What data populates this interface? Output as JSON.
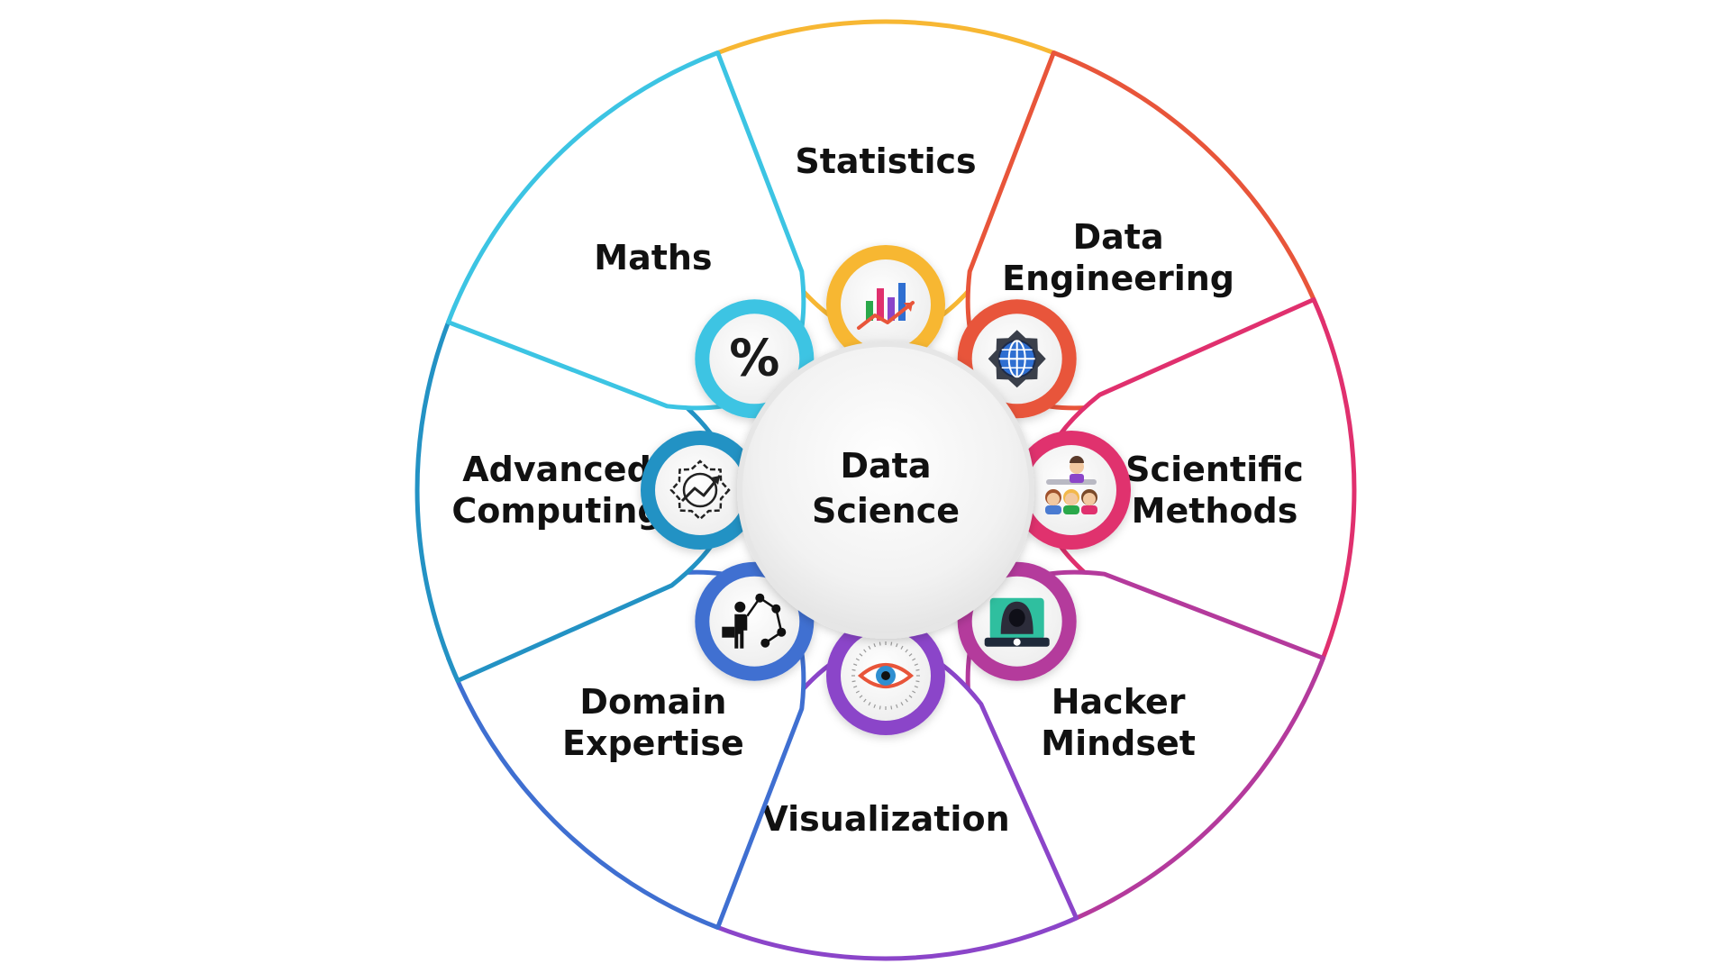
{
  "center": {
    "lines": [
      "Data",
      "Science"
    ]
  },
  "segments": [
    {
      "id": "statistics",
      "lines": [
        "Statistics"
      ],
      "color": "#F7B733",
      "icon": "bar-chart-icon"
    },
    {
      "id": "data-engineering",
      "lines": [
        "Data",
        "Engineering"
      ],
      "color": "#E8553A",
      "icon": "gear-globe-icon"
    },
    {
      "id": "scientific-methods",
      "lines": [
        "Scientific",
        "Methods"
      ],
      "color": "#E0306E",
      "icon": "classroom-icon"
    },
    {
      "id": "hacker-mindset",
      "lines": [
        "Hacker",
        "Mindset"
      ],
      "color": "#B43A9C",
      "icon": "hacker-icon"
    },
    {
      "id": "visualization",
      "lines": [
        "Visualization"
      ],
      "color": "#8B45C9",
      "icon": "eye-icon"
    },
    {
      "id": "domain-expertise",
      "lines": [
        "Domain",
        "Expertise"
      ],
      "color": "#3F6FD1",
      "icon": "expert-network-icon"
    },
    {
      "id": "advanced-computing",
      "lines": [
        "Advanced",
        "Computing"
      ],
      "color": "#2392C4",
      "icon": "gear-analytics-icon"
    },
    {
      "id": "maths",
      "lines": [
        "Maths"
      ],
      "color": "#3CC4E3",
      "icon": "percent-icon"
    }
  ]
}
